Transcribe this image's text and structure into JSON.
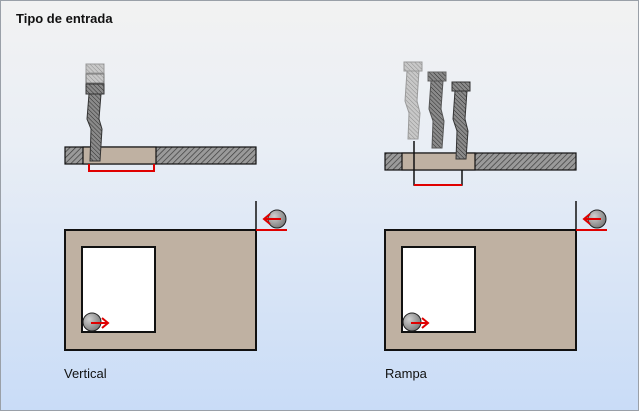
{
  "title": "Tipo de entrada",
  "options": [
    {
      "id": "vertical",
      "label": "Vertical"
    },
    {
      "id": "rampa",
      "label": "Rampa"
    }
  ],
  "colors": {
    "material": "#bfb1a2",
    "outline": "#111111",
    "path": "#e00000",
    "tool_dark": "#6e6e6e",
    "tool_light": "#bdbdbd"
  }
}
